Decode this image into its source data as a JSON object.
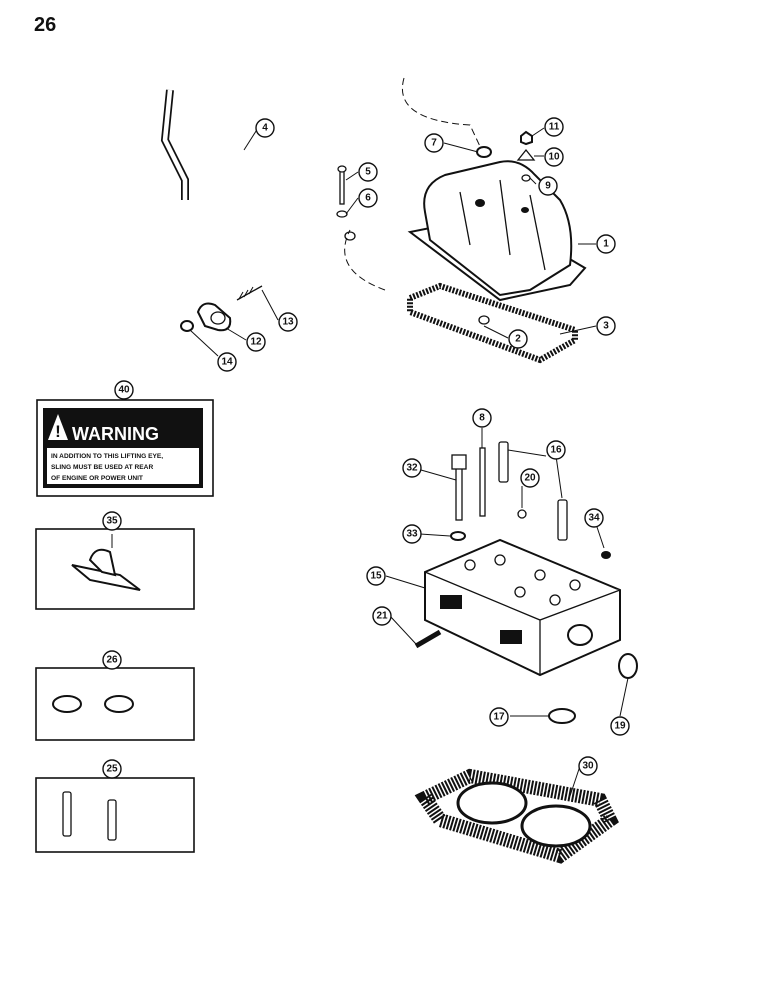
{
  "page_number": "26",
  "warning_decal": {
    "heading": "WARNING",
    "line1": "IN ADDITION TO THIS LIFTING EYE,",
    "line2": "SLING MUST BE USED AT REAR",
    "line3": "OF ENGINE OR POWER UNIT"
  },
  "callouts": {
    "c1": "1",
    "c2": "2",
    "c3": "3",
    "c4": "4",
    "c5": "5",
    "c6": "6",
    "c7": "7",
    "c8": "8",
    "c9": "9",
    "c10": "10",
    "c11": "11",
    "c12": "12",
    "c13": "13",
    "c14": "14",
    "c15": "15",
    "c16": "16",
    "c17": "17",
    "c19": "19",
    "c20": "20",
    "c21": "21",
    "c25": "25",
    "c26": "26",
    "c30": "30",
    "c32": "32",
    "c33": "33",
    "c34": "34",
    "c35": "35",
    "c40": "40"
  }
}
